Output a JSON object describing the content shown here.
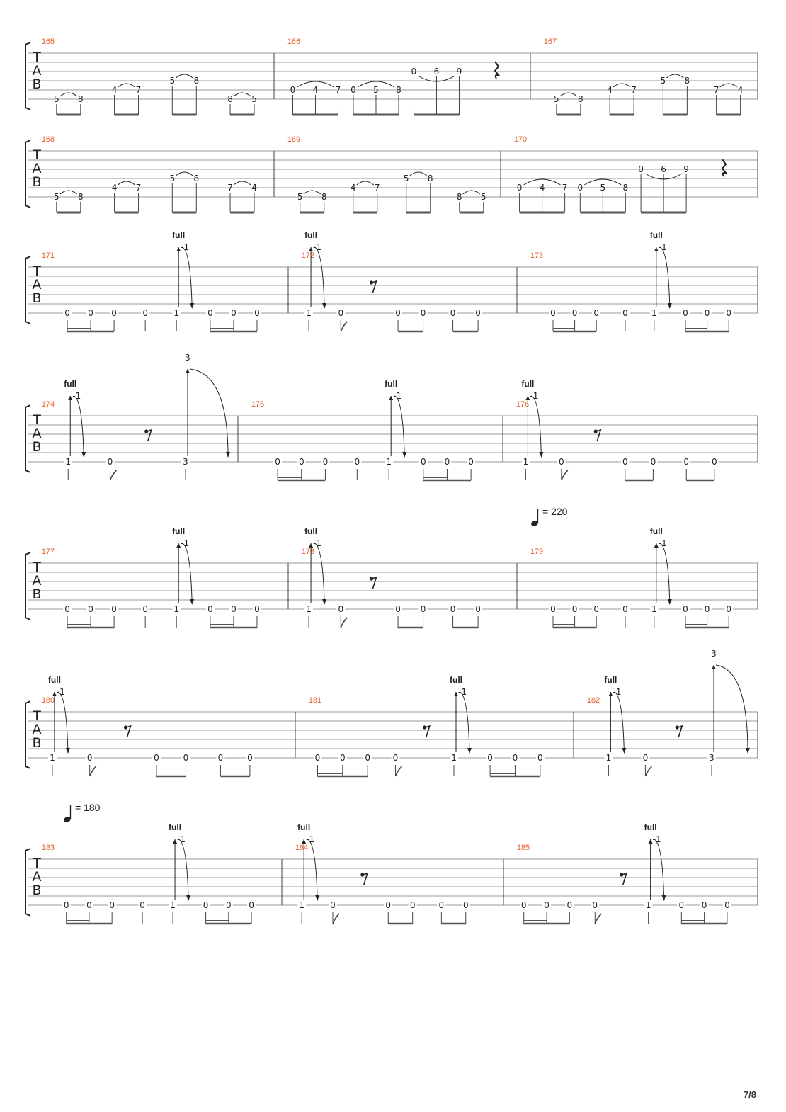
{
  "page": {
    "number_label": "7/8"
  },
  "tab_clef": [
    "T",
    "A",
    "B"
  ],
  "bend_label": "full",
  "systems": [
    {
      "measures": [
        {
          "number": "165",
          "events": [
            {
              "type": "pair",
              "frets": [
                "5",
                "8"
              ]
            },
            {
              "type": "pair",
              "frets": [
                "4",
                "7"
              ]
            },
            {
              "type": "pair",
              "frets": [
                "5",
                "8"
              ]
            },
            {
              "type": "pair",
              "frets": [
                "8",
                "5"
              ]
            }
          ]
        },
        {
          "number": "166",
          "events": [
            {
              "type": "triplet",
              "frets": [
                "0",
                "4",
                "7"
              ]
            },
            {
              "type": "triplet",
              "frets": [
                "0",
                "5",
                "8"
              ]
            },
            {
              "type": "triplet_low",
              "frets": [
                "0",
                "6",
                "9"
              ]
            },
            {
              "type": "quarter_rest"
            }
          ]
        },
        {
          "number": "167",
          "events": [
            {
              "type": "pair",
              "frets": [
                "5",
                "8"
              ]
            },
            {
              "type": "pair",
              "frets": [
                "4",
                "7"
              ]
            },
            {
              "type": "pair",
              "frets": [
                "5",
                "8"
              ]
            },
            {
              "type": "pair",
              "frets": [
                "7",
                "4"
              ]
            }
          ]
        }
      ]
    },
    {
      "measures": [
        {
          "number": "168",
          "events": [
            {
              "type": "pair",
              "frets": [
                "5",
                "8"
              ]
            },
            {
              "type": "pair",
              "frets": [
                "4",
                "7"
              ]
            },
            {
              "type": "pair",
              "frets": [
                "5",
                "8"
              ]
            },
            {
              "type": "pair",
              "frets": [
                "7",
                "4"
              ]
            }
          ]
        },
        {
          "number": "169",
          "events": [
            {
              "type": "pair",
              "frets": [
                "5",
                "8"
              ]
            },
            {
              "type": "pair",
              "frets": [
                "4",
                "7"
              ]
            },
            {
              "type": "pair",
              "frets": [
                "5",
                "8"
              ]
            },
            {
              "type": "pair",
              "frets": [
                "8",
                "5"
              ]
            }
          ]
        },
        {
          "number": "170",
          "events": [
            {
              "type": "triplet",
              "frets": [
                "0",
                "4",
                "7"
              ]
            },
            {
              "type": "triplet",
              "frets": [
                "0",
                "5",
                "8"
              ]
            },
            {
              "type": "triplet_low",
              "frets": [
                "0",
                "6",
                "9"
              ]
            },
            {
              "type": "quarter_rest"
            }
          ]
        }
      ]
    },
    {
      "measures": [
        {
          "number": "171",
          "pattern": "A"
        },
        {
          "number": "172",
          "pattern": "B"
        },
        {
          "number": "173",
          "pattern": "A"
        }
      ]
    },
    {
      "measures": [
        {
          "number": "174",
          "pattern": "C",
          "big_bend": "3"
        },
        {
          "number": "175",
          "pattern": "A"
        },
        {
          "number": "176",
          "pattern": "B"
        }
      ]
    },
    {
      "tempo": {
        "value": "= 220",
        "over_measure": 2
      },
      "measures": [
        {
          "number": "177",
          "pattern": "A"
        },
        {
          "number": "178",
          "pattern": "B"
        },
        {
          "number": "179",
          "pattern": "A"
        }
      ]
    },
    {
      "measures": [
        {
          "number": "180",
          "pattern": "B"
        },
        {
          "number": "181",
          "pattern": "D"
        },
        {
          "number": "182",
          "pattern": "C",
          "big_bend": "3"
        }
      ]
    },
    {
      "tempo": {
        "value": "= 180",
        "over_measure": 0
      },
      "measures": [
        {
          "number": "183",
          "pattern": "A"
        },
        {
          "number": "184",
          "pattern": "B"
        },
        {
          "number": "185",
          "pattern": "D"
        }
      ]
    }
  ],
  "patterns": {
    "A": [
      "0",
      "0",
      "0",
      "0",
      "1",
      "0",
      "0",
      "0"
    ],
    "B": [
      "1",
      "0",
      "0",
      "0",
      "0",
      "0"
    ],
    "C": [
      "1",
      "0",
      "3"
    ],
    "D": [
      "0",
      "0",
      "0",
      "0",
      "1",
      "0",
      "0",
      "0"
    ]
  },
  "bend_release": "-1"
}
